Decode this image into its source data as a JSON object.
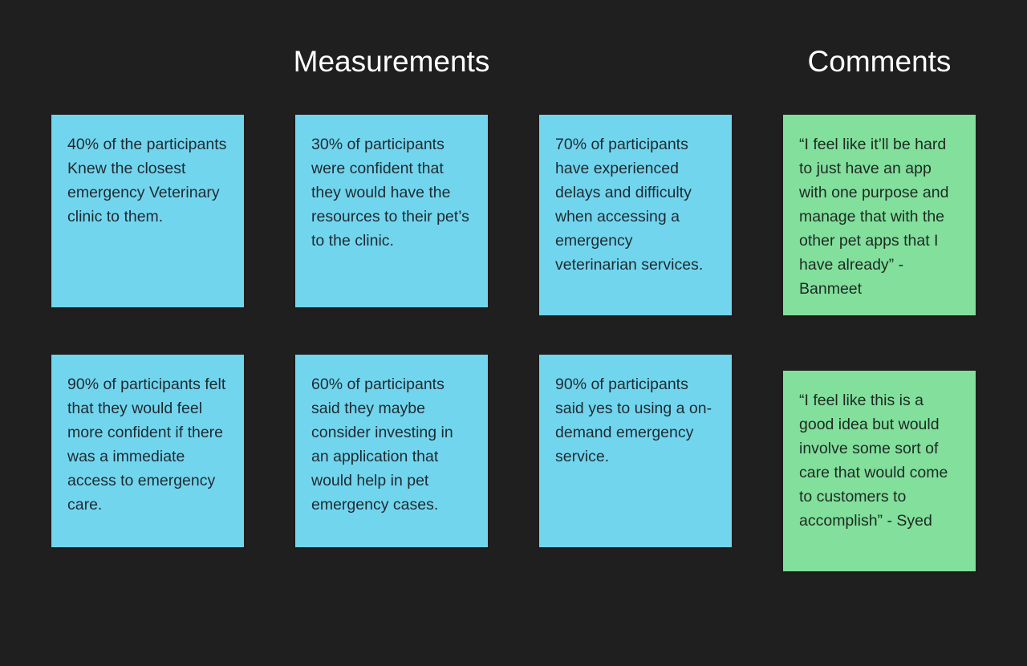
{
  "headings": {
    "measurements": "Measurements",
    "comments": "Comments"
  },
  "measurements": [
    {
      "text": "40% of the participants Knew the closest emergency Veterinary clinic to them."
    },
    {
      "text": "30% of participants were confident that they would have the resources to their pet’s to the clinic."
    },
    {
      "text": "70% of participants have experienced delays and difficulty when accessing a emergency veterinarian services."
    },
    {
      "text": "90% of participants felt that they would feel more confident if there was a immediate access to emergency care."
    },
    {
      "text": "60% of participants said they maybe consider investing in an application that would help in pet emergency cases."
    },
    {
      "text": "90% of participants said yes to using a on-demand emergency service."
    }
  ],
  "comments": [
    {
      "text": "“I feel like it’ll be hard to just have an app with one purpose and manage that with the other pet apps that I have already” - Banmeet"
    },
    {
      "text": "“I feel like this is a good idea but would involve some sort of care that would come to customers to accomplish” - Syed"
    }
  ],
  "colors": {
    "background": "#1f1f1f",
    "measurement_note": "#72d5ee",
    "comment_note": "#82df9c",
    "heading_text": "#ffffff"
  }
}
